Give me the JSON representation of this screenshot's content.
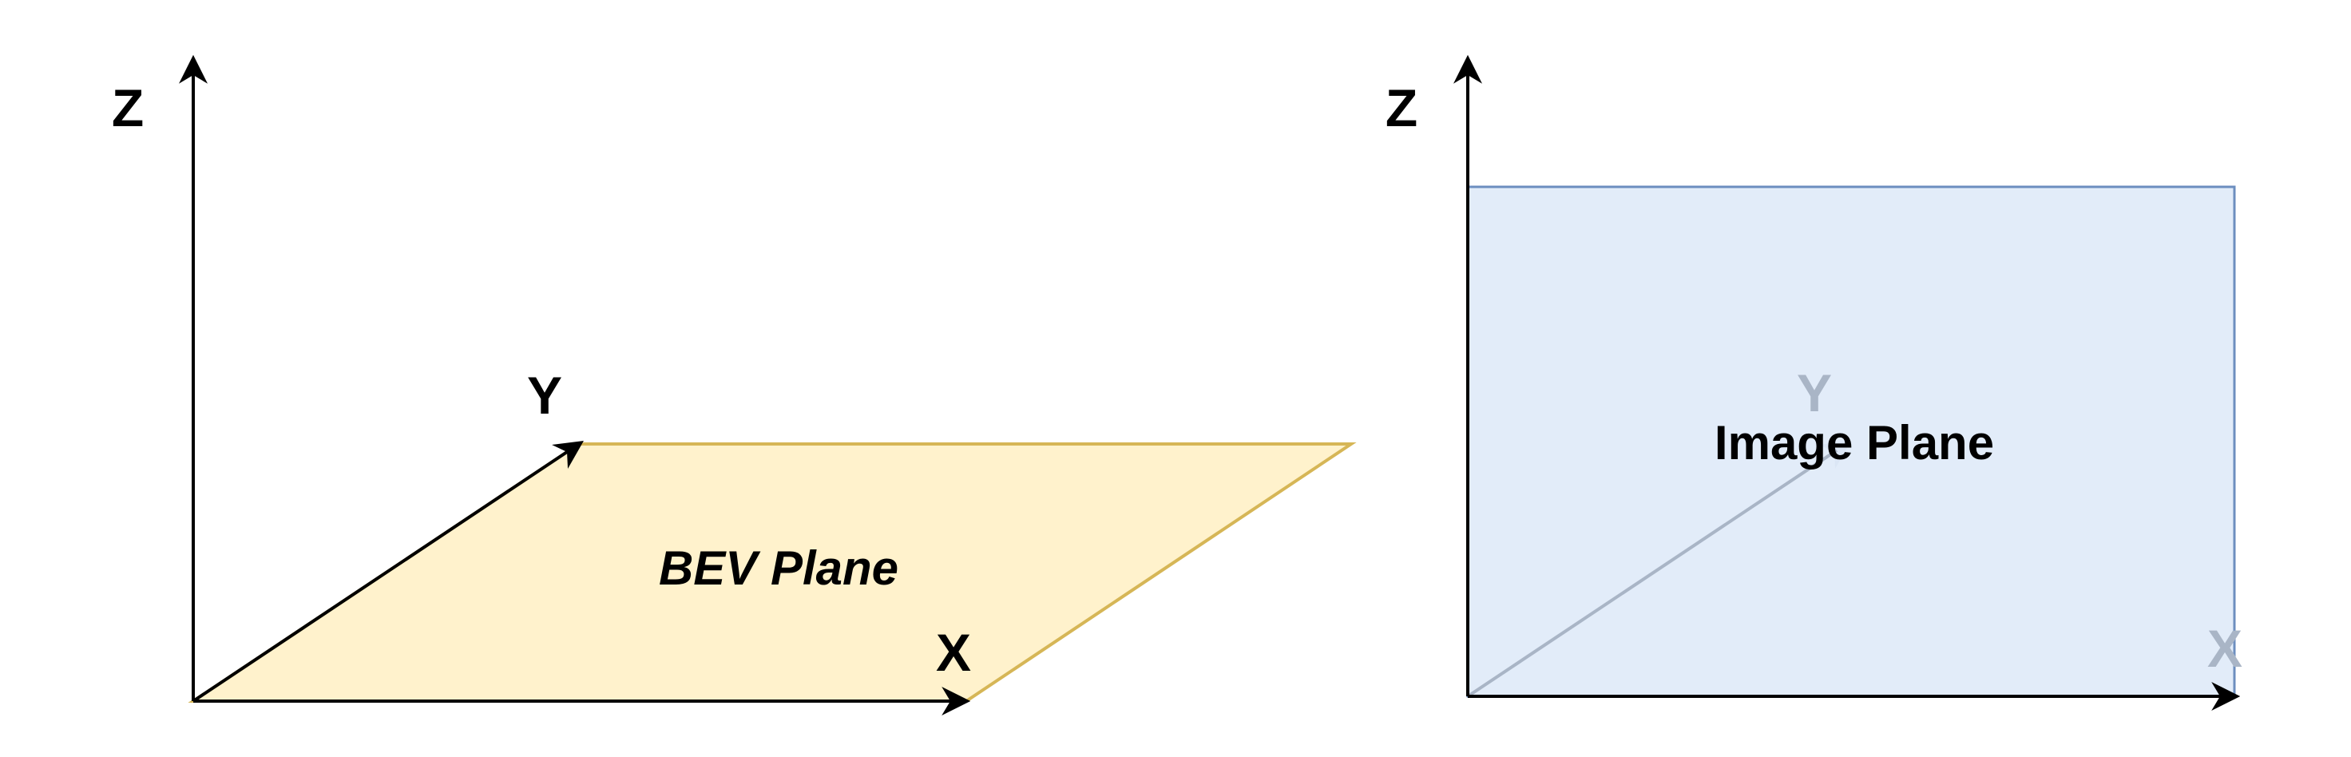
{
  "left_panel": {
    "plane_label": "BEV Plane",
    "axes": {
      "z": "Z",
      "y": "Y",
      "x": "X"
    }
  },
  "right_panel": {
    "plane_label": "Image Plane",
    "axes": {
      "z": "Z",
      "y": "Y",
      "x": "X"
    }
  },
  "colors": {
    "axis": "#000000",
    "bev_fill": "#FFF2CC",
    "bev_stroke": "#D6B656",
    "image_fill": "#DFEAF9",
    "image_stroke": "#6C8EBF",
    "faded": "#A9B5C6"
  }
}
